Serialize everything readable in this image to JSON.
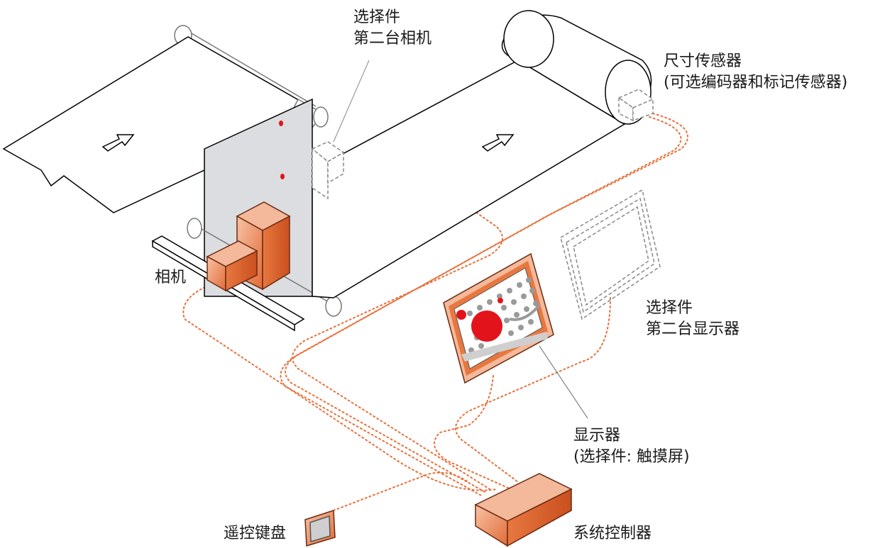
{
  "labels": {
    "second_camera": {
      "line1": "选择件",
      "line2": "第二台相机"
    },
    "size_sensor": {
      "line1": "尺寸传感器",
      "line2": "(可选编码器和标记传感器)"
    },
    "camera": "相机",
    "second_display": {
      "line1": "选择件",
      "line2": "第二台显示器"
    },
    "display": {
      "line1": "显示器",
      "line2": "(选择件: 触摸屏)"
    },
    "remote_keypad": "遥控键盘",
    "system_controller": "系统控制器"
  },
  "colors": {
    "camera_fill": "#e87a4a",
    "camera_light": "#f4b89a",
    "cable": "#e8703a",
    "web_gray": "#dcdde0",
    "marker_red": "#e3131b"
  },
  "icons": [
    "web-direction-arrow-icon",
    "roller-icon",
    "camera-icon",
    "monitor-icon",
    "controller-box-icon",
    "keypad-icon"
  ]
}
